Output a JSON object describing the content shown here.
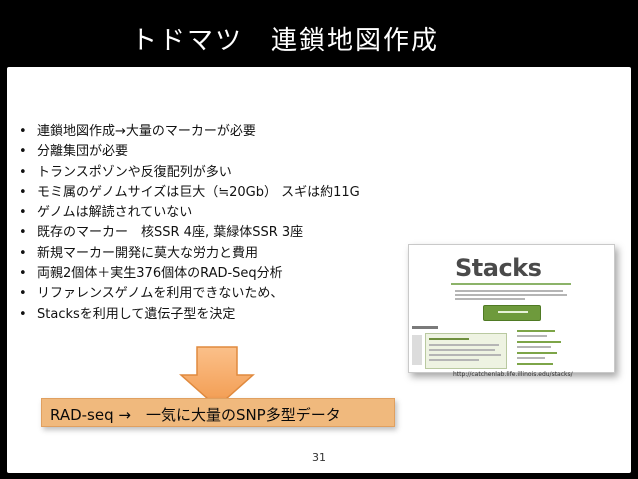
{
  "slide": {
    "title": "トドマツ　連鎖地図作成",
    "bullet_char": "•",
    "bullets": [
      "連鎖地図作成→大量のマーカーが必要",
      "分離集団が必要",
      "トランスポゾンや反復配列が多い",
      "モミ属のゲノムサイズは巨大（≒20Gb） スギは約11G",
      "ゲノムは解読されていない",
      "既存のマーカー　核SSR 4座, 葉緑体SSR 3座",
      "新規マーカー開発に莫大な労力と費用",
      "両親2個体＋実生376個体のRAD-Seq分析",
      "リファレンスゲノムを利用できないため、",
      "Stacksを利用して遺伝子型を決定"
    ],
    "thumbnail": {
      "logo_text": "Stacks",
      "caption": "http://catchenlab.life.illinois.edu/stacks/"
    },
    "arrow_icon": "down-arrow-icon",
    "result": "RAD-seq →　一気に大量のSNP多型データ",
    "page_number": "31"
  },
  "colors": {
    "title_background": "#000000",
    "title_text": "#ffffff",
    "result_fill": "#f0b97d",
    "arrow_fill": "#f5a25d",
    "stacks_green": "#6e9a3c"
  }
}
